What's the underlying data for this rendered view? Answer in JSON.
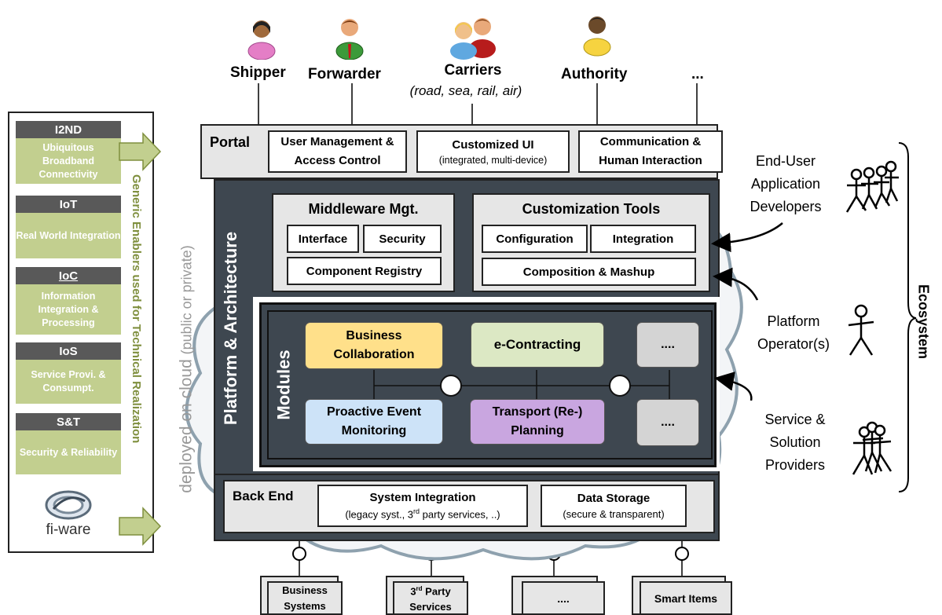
{
  "stakeholders": {
    "shipper": "Shipper",
    "forwarder": "Forwarder",
    "carriers": "Carriers",
    "carriers_sub": "(road, sea, rail, air)",
    "authority": "Authority",
    "more": "..."
  },
  "generic_enablers": {
    "vertical_label": "Generic Enablers used for Technical Realization",
    "groups": [
      {
        "head": "I2ND",
        "body": "Ubiquitous Broadband Connectivity"
      },
      {
        "head": "IoT",
        "body": "Real World Integration"
      },
      {
        "head": "IoC",
        "body": "Information Integration & Processing"
      },
      {
        "head": "IoS",
        "body": "Service Provi. & Consumpt."
      },
      {
        "head": "S&T",
        "body": "Security & Reliability"
      }
    ],
    "logo_text": "fi-ware"
  },
  "cloud_label": "deployed on cloud",
  "cloud_label_sub": "(public or private)",
  "platform_label": "Platform & Architecture",
  "portal": {
    "label": "Portal",
    "user_mgmt": "User Management & Access Control",
    "custom_ui": "Customized UI",
    "custom_ui_sub": "(integrated, multi-device)",
    "comm": "Communication & Human Interaction"
  },
  "middleware": {
    "title": "Middleware Mgt.",
    "interface": "Interface",
    "security": "Security",
    "registry": "Component Registry"
  },
  "customization": {
    "title": "Customization Tools",
    "configuration": "Configuration",
    "integration": "Integration",
    "composition": "Composition & Mashup"
  },
  "modules": {
    "label": "Modules",
    "business": "Business Collaboration",
    "econtracting": "e-Contracting",
    "more1": "....",
    "proactive": "Proactive Event Monitoring",
    "transport": "Transport (Re-) Planning",
    "more2": "...."
  },
  "backend": {
    "label": "Back End",
    "sysint": "System Integration",
    "sysint_sub_1": "(legacy syst., 3",
    "sysint_sub_sup": "rd",
    "sysint_sub_2": " party services, ..)",
    "storage": "Data Storage",
    "storage_sub": "(secure & transparent)"
  },
  "right": {
    "enduser": "End-User Application Developers",
    "operator": "Platform Operator(s)",
    "providers": "Service & Solution Providers",
    "ecosystem": "Ecosystem"
  },
  "bottom": {
    "business_systems": "Business Systems",
    "third_pre": "3",
    "third_sup": "rd",
    "third_post": " Party Services",
    "more": "....",
    "smart_items": "Smart Items"
  },
  "colors": {
    "ge_body": "#c2cf8f",
    "ge_head": "#595959",
    "dark_panel": "#3e4750",
    "business": "#ffe08a",
    "econtracting": "#dce8c4",
    "proactive": "#cde3f8",
    "transport": "#c9a6e0",
    "more_box": "#d4d4d4"
  }
}
